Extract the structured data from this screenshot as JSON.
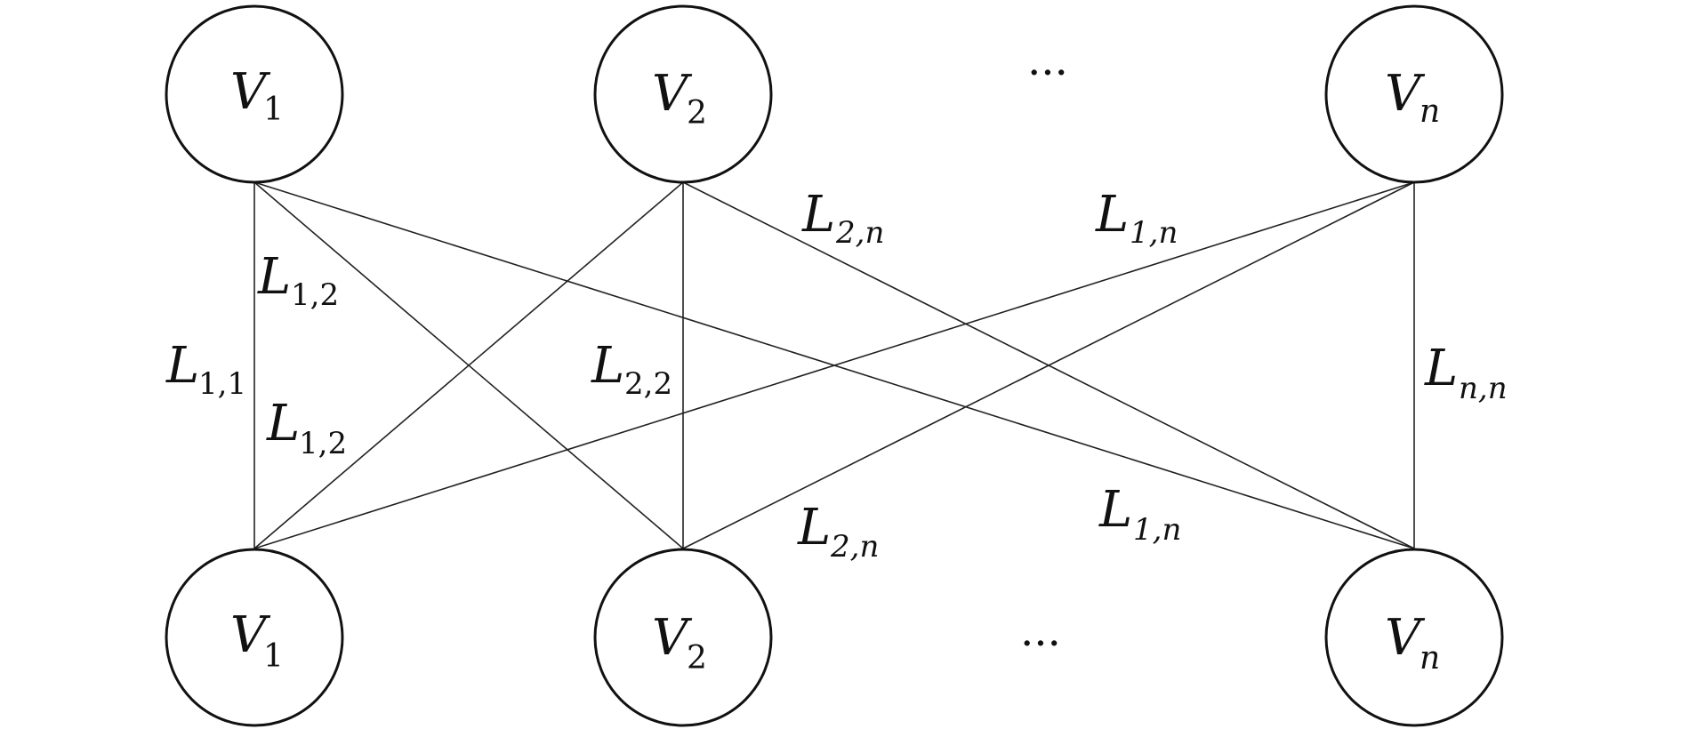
{
  "nodes": {
    "top": [
      {
        "main": "V",
        "sub": "1"
      },
      {
        "main": "V",
        "sub": "2"
      },
      {
        "main": "V",
        "sub": "n"
      }
    ],
    "bottom": [
      {
        "main": "V",
        "sub": "1"
      },
      {
        "main": "V",
        "sub": "2"
      },
      {
        "main": "V",
        "sub": "n"
      }
    ],
    "ellipsis": "···"
  },
  "edge_labels": {
    "l11": {
      "main": "L",
      "sub": "1,1"
    },
    "l12_top": {
      "main": "L",
      "sub": "1,2"
    },
    "l12_bottom": {
      "main": "L",
      "sub": "1,2"
    },
    "l22": {
      "main": "L",
      "sub": "2,2"
    },
    "l2n_top": {
      "main": "L",
      "sub": "2,n"
    },
    "l2n_bottom": {
      "main": "L",
      "sub": "2,n"
    },
    "l1n_top": {
      "main": "L",
      "sub": "1,n"
    },
    "l1n_bottom": {
      "main": "L",
      "sub": "1,n"
    },
    "lnn": {
      "main": "L",
      "sub": "n,n"
    }
  }
}
